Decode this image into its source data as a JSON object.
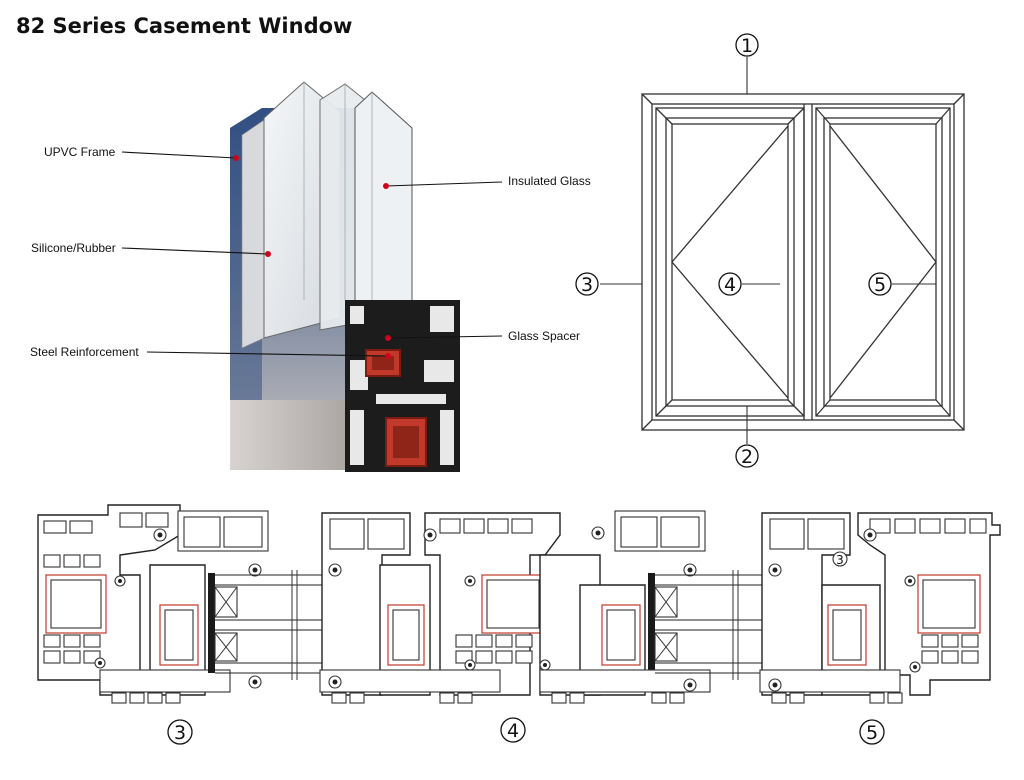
{
  "title": "82 Series Casement Window",
  "section_view": {
    "callouts": {
      "upvc_frame": "UPVC Frame",
      "silicone_rubber": "Silicone/Rubber",
      "steel_reinforcement": "Steel Reinforcement",
      "insulated_glass": "Insulated Glass",
      "glass_spacer": "Glass Spacer"
    },
    "colors": {
      "frame_blue": "#3d5a8c",
      "frame_gray": "#b9b4b2",
      "steel_red": "#c0392b",
      "callout_dot": "#d0021b"
    }
  },
  "elevation": {
    "markers": [
      "1",
      "2",
      "3",
      "4",
      "5"
    ]
  },
  "profile_sections": {
    "markers": [
      "3",
      "4",
      "5"
    ],
    "inline_marker": "3"
  }
}
